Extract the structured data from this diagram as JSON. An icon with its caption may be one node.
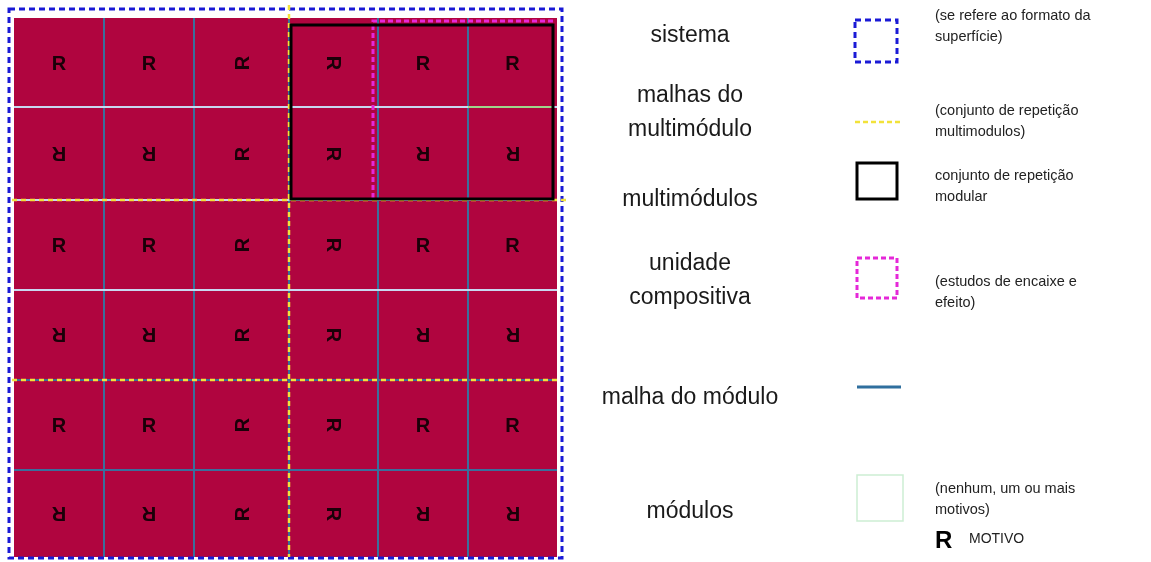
{
  "diagram": {
    "legend": [
      {
        "text": "sistema"
      },
      {
        "text": "malhas do multimódulo"
      },
      {
        "text": "multimódulos"
      },
      {
        "text": "unidade compositiva"
      },
      {
        "text": "malha do módulo"
      },
      {
        "text": "módulos"
      }
    ],
    "labels": [
      "R",
      "R",
      "R",
      "R",
      "R",
      "R",
      "R",
      "R",
      "R",
      "R",
      "R",
      "R",
      "R",
      "R",
      "R",
      "R",
      "R",
      "R",
      "R",
      "R",
      "R",
      "R",
      "R",
      "R",
      "R",
      "R",
      "R",
      "R",
      "R",
      "R",
      "R",
      "R",
      "R",
      "R",
      "R",
      "R",
      "(se refere ao formato da superfície)",
      "(conjunto de repetição multimodulos)",
      "conjunto de repetição modular",
      "(estudos de encaixe e efeito)",
      "(nenhum, um ou mais motivos)",
      "R",
      "MOTIVO"
    ]
  }
}
